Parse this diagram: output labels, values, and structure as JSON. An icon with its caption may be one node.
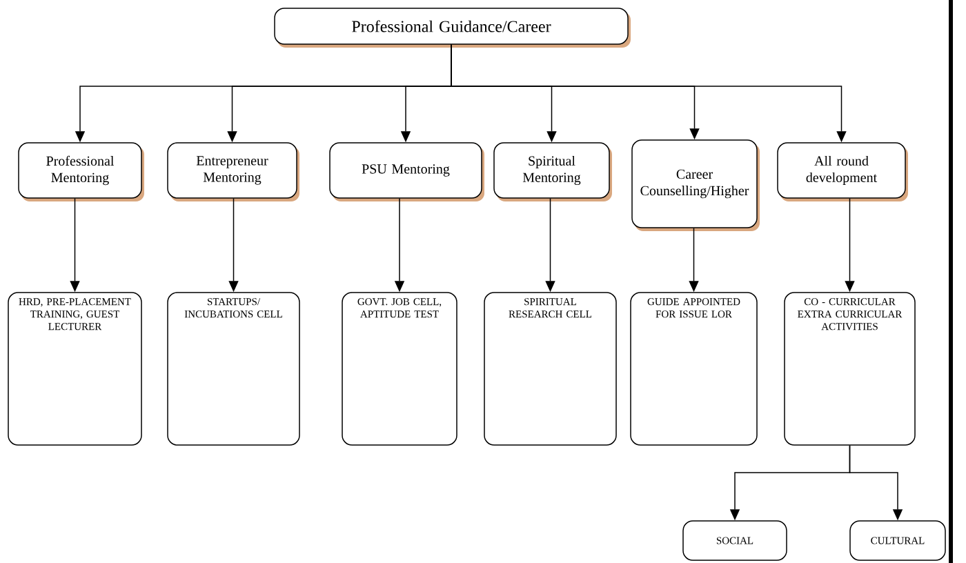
{
  "diagram": {
    "nodes": [
      {
        "text": [
          "Professional Guidance/Career"
        ]
      },
      {
        "text": [
          "Professional Mentoring"
        ]
      },
      {
        "text": [
          "Entrepreneur Mentoring"
        ]
      },
      {
        "text": [
          "PSU Mentoring"
        ]
      },
      {
        "text": [
          "Spiritual Mentoring"
        ]
      },
      {
        "text": [
          "Career Counselling/Higher"
        ]
      },
      {
        "text": [
          "All round development"
        ]
      },
      {
        "text": [
          "HRD, PRE-PLACEMENT TRAINING, GUEST LECTURER"
        ]
      },
      {
        "text": [
          "STARTUPS/ INCUBATIONS CELL"
        ]
      },
      {
        "text": [
          "GOVT. JOB CELL, APTITUDE TEST"
        ]
      },
      {
        "text": [
          "SPIRITUAL RESEARCH CELL"
        ]
      },
      {
        "text": [
          "GUIDE APPOINTED FOR ISSUE LOR"
        ]
      },
      {
        "text": [
          "CO - CURRICULAR EXTRA CURRICULAR ACTIVITIES"
        ]
      },
      {
        "text": [
          "SOCIAL"
        ]
      },
      {
        "text": [
          "CULTURAL"
        ]
      }
    ],
    "edges": [
      {
        "from": 0,
        "to": 1,
        "arrow": "to"
      },
      {
        "from": 0,
        "to": 2,
        "arrow": "to"
      },
      {
        "from": 0,
        "to": 3,
        "arrow": "to"
      },
      {
        "from": 0,
        "to": 4,
        "arrow": "to"
      },
      {
        "from": 0,
        "to": 5,
        "arrow": "to"
      },
      {
        "from": 0,
        "to": 6,
        "arrow": "to"
      },
      {
        "from": 1,
        "to": 7,
        "arrow": "to"
      },
      {
        "from": 2,
        "to": 8,
        "arrow": "to"
      },
      {
        "from": 3,
        "to": 9,
        "arrow": "to"
      },
      {
        "from": 4,
        "to": 10,
        "arrow": "to"
      },
      {
        "from": 5,
        "to": 11,
        "arrow": "to"
      },
      {
        "from": 6,
        "to": 12,
        "arrow": "to"
      },
      {
        "from": 12,
        "to": 13,
        "arrow": "to"
      },
      {
        "from": 12,
        "to": 14,
        "arrow": "to"
      }
    ]
  }
}
